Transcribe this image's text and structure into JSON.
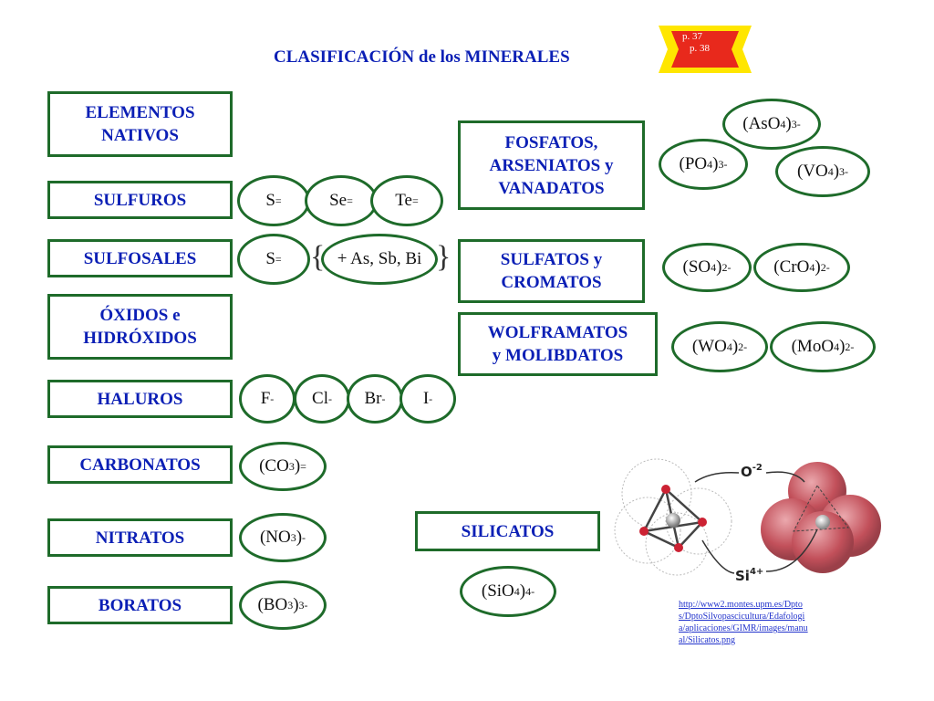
{
  "title": "CLASIFICACIÓN de los MINERALES",
  "page_badge": {
    "line1": "p.  37",
    "line2": "p.  38"
  },
  "classes": {
    "elementos_nativos": {
      "line1": "ELEMENTOS",
      "line2": "NATIVOS"
    },
    "sulfuros": "SULFUROS",
    "sulfosales": "SULFOSALES",
    "oxidos": {
      "line1": "ÓXIDOS e",
      "line2": "HIDRÓXIDOS"
    },
    "haluros": "HALUROS",
    "carbonatos": "CARBONATOS",
    "nitratos": "NITRATOS",
    "boratos": "BORATOS",
    "fosfatos": {
      "line1": "FOSFATOS,",
      "line2": "ARSENIATOS y",
      "line3": "VANADATOS"
    },
    "sulfatos": {
      "line1": "SULFATOS y",
      "line2": "CROMATOS"
    },
    "wolframatos": {
      "line1": "WOLFRAMATOS",
      "line2": "y MOLIBDATOS"
    },
    "silicatos": "SILICATOS"
  },
  "ions": {
    "sulfuros": [
      {
        "base": "S",
        "sup": "="
      },
      {
        "base": "Se",
        "sup": "="
      },
      {
        "base": "Te",
        "sup": "="
      }
    ],
    "sulfosales": [
      {
        "base": "S",
        "sup": "="
      },
      {
        "base": "+ As, Sb, Bi",
        "sup": ""
      }
    ],
    "haluros": [
      {
        "base": "F",
        "sup": "-"
      },
      {
        "base": "Cl",
        "sup": "-"
      },
      {
        "base": "Br",
        "sup": "-"
      },
      {
        "base": "I",
        "sup": "-"
      }
    ],
    "carbonatos": {
      "pre": "(CO",
      "sub": "3",
      "post": ")",
      "sup": "="
    },
    "nitratos": {
      "pre": "(NO",
      "sub": "3",
      "post": ")",
      "sup": "-"
    },
    "boratos": {
      "pre": "(BO",
      "sub": "3",
      "post": ")",
      "sup": "3-"
    },
    "aso4": {
      "pre": "(AsO",
      "sub": "4",
      "post": ")",
      "sup": "3-"
    },
    "po4": {
      "pre": "(PO",
      "sub": "4",
      "post": ")",
      "sup": "3-"
    },
    "vo4": {
      "pre": "(VO",
      "sub": "4",
      "post": ")",
      "sup": "3-"
    },
    "so4": {
      "pre": "(SO",
      "sub": "4",
      "post": ")",
      "sup": "2-"
    },
    "cro4": {
      "pre": "(CrO",
      "sub": "4",
      "post": ")",
      "sup": "2-"
    },
    "wo4": {
      "pre": "(WO",
      "sub": "4",
      "post": ")",
      "sup": "2-"
    },
    "moo4": {
      "pre": "(MoO",
      "sub": "4",
      "post": ")",
      "sup": "2-"
    },
    "sio4": {
      "pre": "(SiO",
      "sub": "4",
      "post": ")",
      "sup": "4-"
    }
  },
  "diagram_labels": {
    "oxygen": "O",
    "oxygen_charge": "-2",
    "silicon": "Si",
    "silicon_charge": "4+"
  },
  "credit_link": "http://www2.montes.upm.es/Dptos/DptoSilvopascicultura/Edafologia/aplicaciones/GIMR/images/manual/Silicatos.png",
  "colors": {
    "title_blue": "#0b1fb5",
    "border_green": "#1e6b2a",
    "badge_red": "#e8291c",
    "badge_yellow": "#ffe600"
  }
}
